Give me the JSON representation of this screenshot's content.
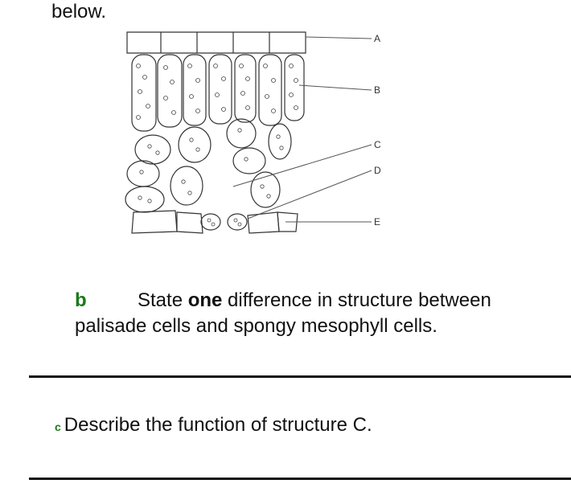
{
  "intro": {
    "tail_text": "below."
  },
  "diagram": {
    "labels": [
      "A",
      "B",
      "C",
      "D",
      "E"
    ]
  },
  "question_b": {
    "letter": "b",
    "text_before": "State ",
    "text_bold": "one",
    "text_after": " difference in structure between palisade cells and spongy mesophyll cells."
  },
  "question_c": {
    "letter": "c",
    "text": "Describe the function of structure C."
  }
}
